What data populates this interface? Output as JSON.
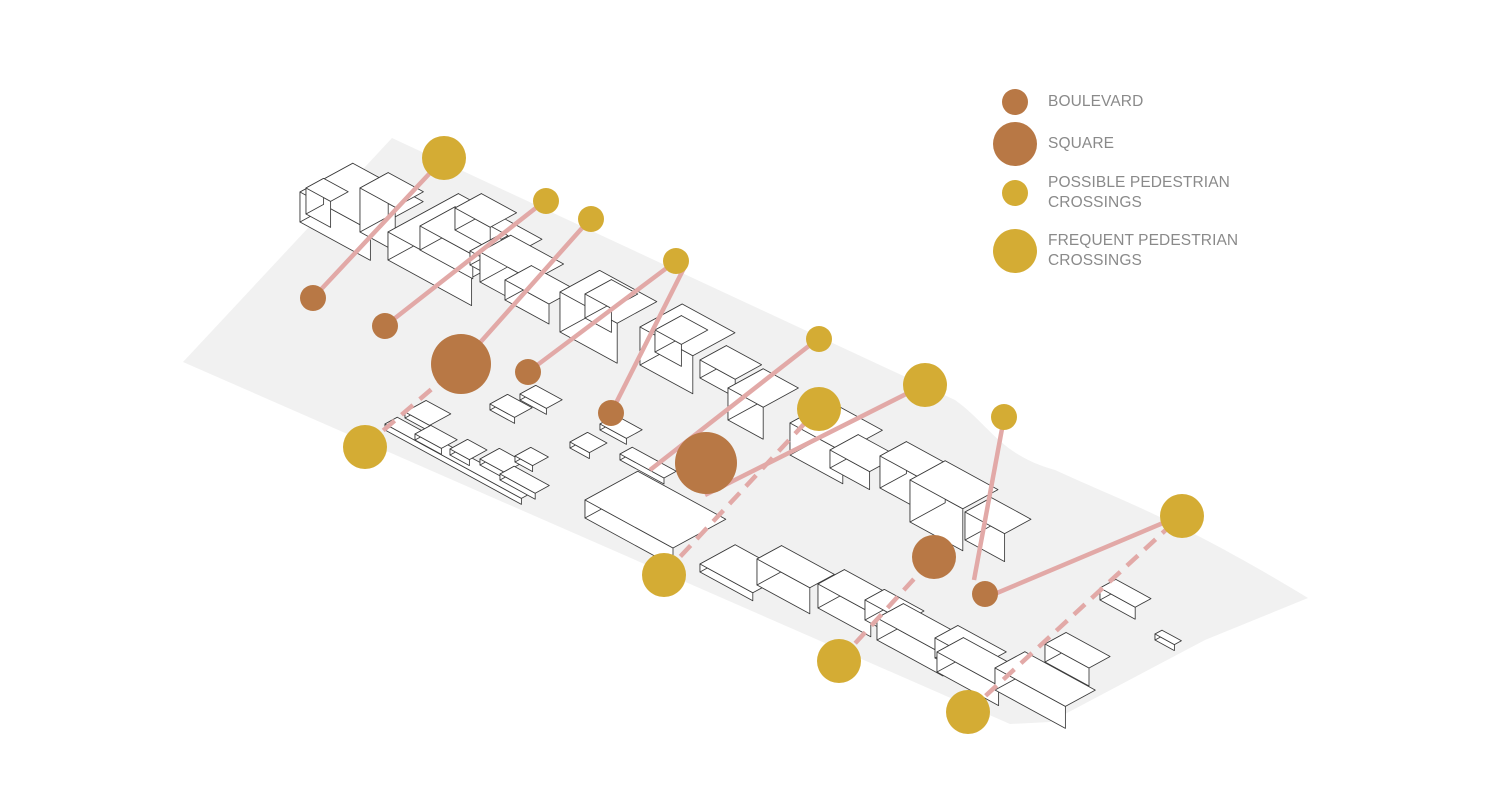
{
  "colors": {
    "ground": "#f1f1f1",
    "building_fill": "#ffffff",
    "building_stroke": "#3a3a3a",
    "connector": "#e2a9a7",
    "boulevard": "#b87845",
    "square": "#b87845",
    "possible_crossing": "#d4ac34",
    "frequent_crossing": "#d4ac34",
    "legend_text": "#8a8a8a"
  },
  "legend": {
    "items": [
      {
        "key": "boulevard",
        "label": [
          "BOULEVARD"
        ]
      },
      {
        "key": "square",
        "label": [
          "SQUARE"
        ]
      },
      {
        "key": "possible_crossing",
        "label": [
          "POSSIBLE PEDESTRIAN",
          "CROSSINGS"
        ]
      },
      {
        "key": "frequent_crossing",
        "label": [
          "FREQUENT PEDESTRIAN",
          "CROSSINGS"
        ]
      }
    ]
  }
}
